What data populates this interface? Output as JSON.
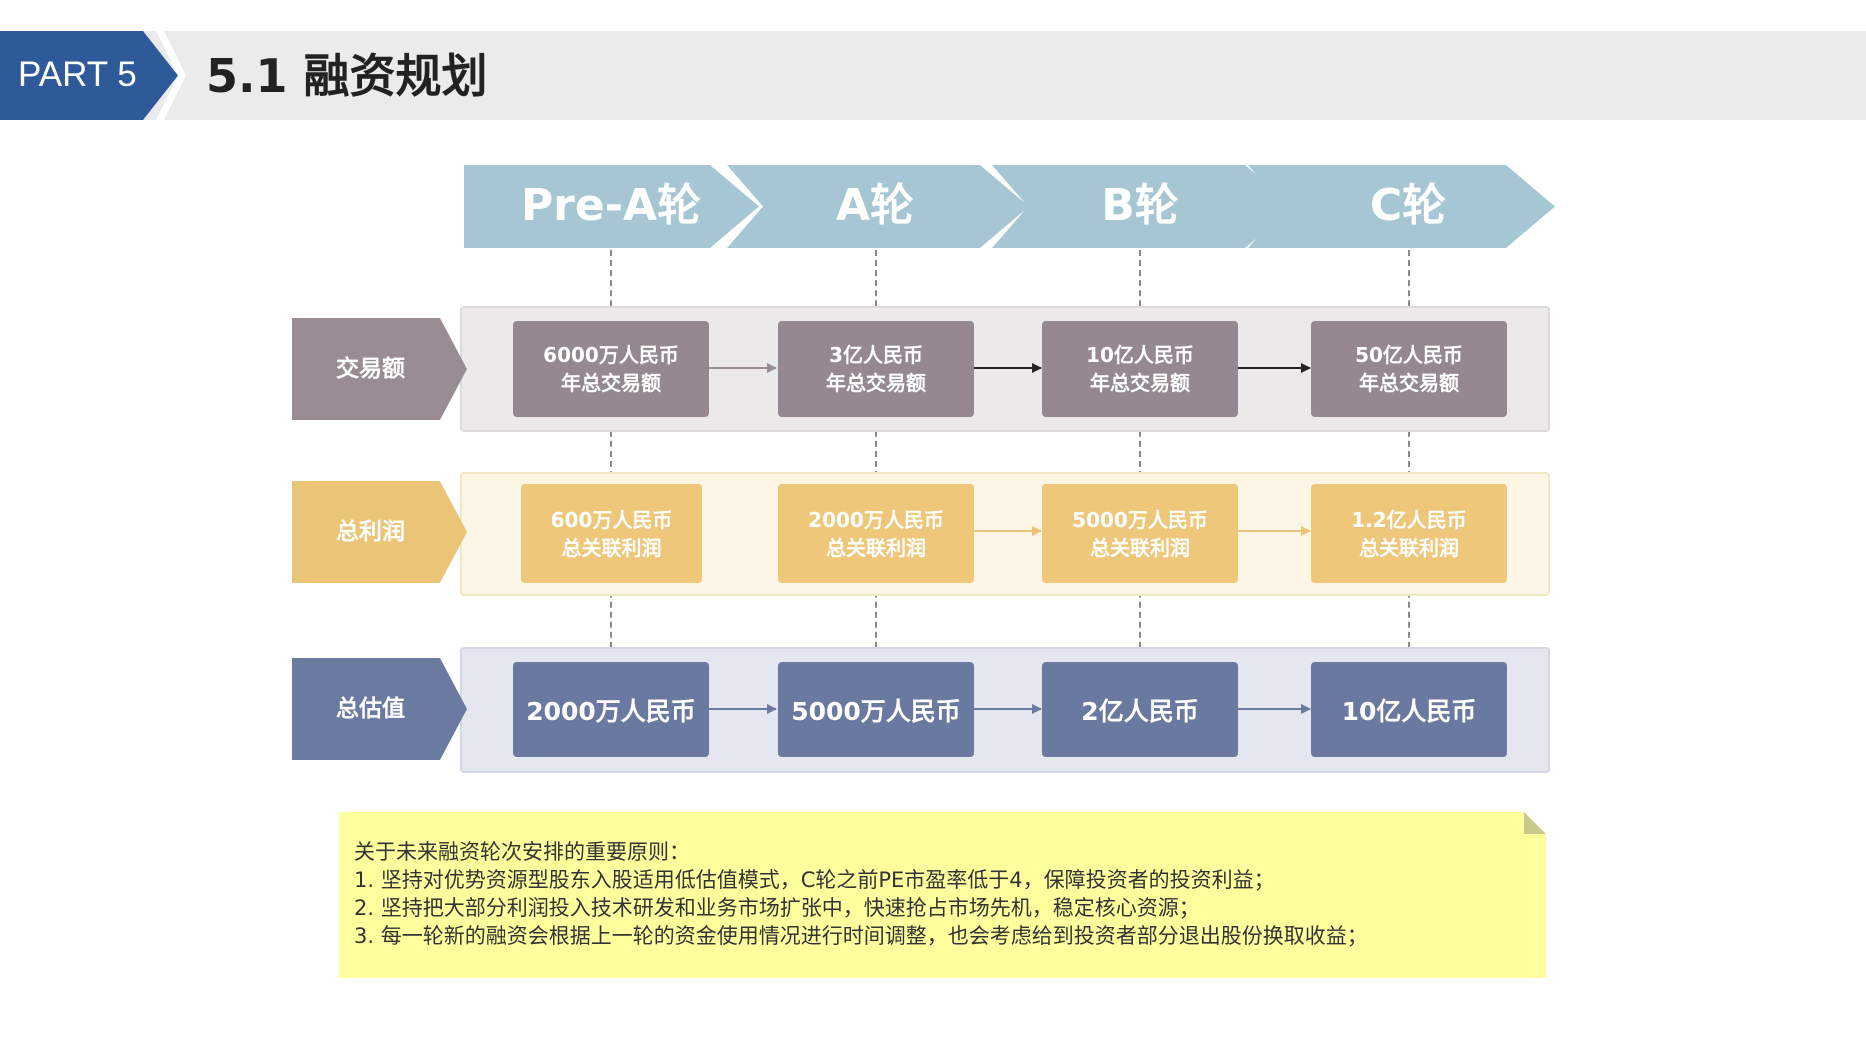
{
  "header": {
    "part_label": "PART 5",
    "title": "5.1 融资规划"
  },
  "rounds": [
    "Pre-A轮",
    "A轮",
    "B轮",
    "C轮"
  ],
  "rows": [
    {
      "label": "交易额",
      "color": "#9a8c93",
      "cells": [
        {
          "line1": "6000万人民币",
          "line2": "年总交易额"
        },
        {
          "line1": "3亿人民币",
          "line2": "年总交易额"
        },
        {
          "line1": "10亿人民币",
          "line2": "年总交易额"
        },
        {
          "line1": "50亿人民币",
          "line2": "年总交易额"
        }
      ]
    },
    {
      "label": "总利润",
      "color": "#ebc577",
      "cells": [
        {
          "line1": "600万人民币",
          "line2": "总关联利润"
        },
        {
          "line1": "2000万人民币",
          "line2": "总关联利润"
        },
        {
          "line1": "5000万人民币",
          "line2": "总关联利润"
        },
        {
          "line1": "1.2亿人民币",
          "line2": "总关联利润"
        }
      ]
    },
    {
      "label": "总估值",
      "color": "#6a7aa0",
      "cells": [
        {
          "line1": "2000万人民币"
        },
        {
          "line1": "5000万人民币"
        },
        {
          "line1": "2亿人民币"
        },
        {
          "line1": "10亿人民币"
        }
      ]
    }
  ],
  "notes": {
    "heading": "关于未来融资轮次安排的重要原则：",
    "items": [
      "1. 坚持对优势资源型股东入股适用低估值模式，C轮之前PE市盈率低于4，保障投资者的投资利益；",
      "2. 坚持把大部分利润投入技术研发和业务市场扩张中，快速抢占市场先机，稳定核心资源；",
      "3. 每一轮新的融资会根据上一轮的资金使用情况进行时间调整，也会考虑给到投资者部分退出股份换取收益；"
    ]
  },
  "colors": {
    "brand_blue": "#2f5a9a",
    "round_chevron": "#a6c6d3",
    "note_background": "#ffff9e"
  }
}
